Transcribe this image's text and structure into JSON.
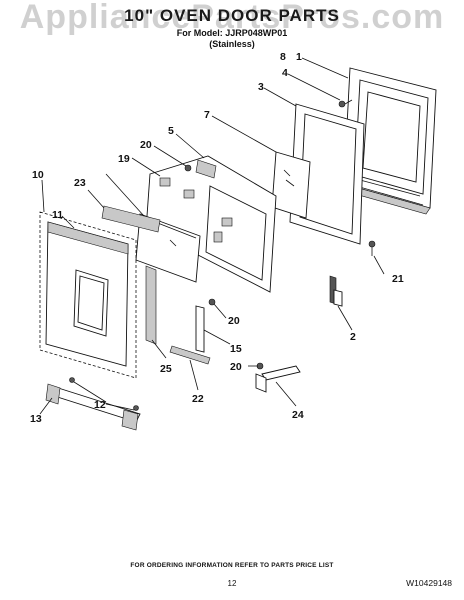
{
  "header": {
    "watermark": "AppliancePartsPros.com",
    "title": "10\" OVEN DOOR PARTS",
    "model": "For Model: JJRP048WP01",
    "variant": "(Stainless)"
  },
  "callouts": [
    {
      "id": "c1",
      "label": "1"
    },
    {
      "id": "c2",
      "label": "2"
    },
    {
      "id": "c3",
      "label": "3"
    },
    {
      "id": "c4",
      "label": "4"
    },
    {
      "id": "c5",
      "label": "5"
    },
    {
      "id": "c7",
      "label": "7"
    },
    {
      "id": "c8",
      "label": "8"
    },
    {
      "id": "c10",
      "label": "10"
    },
    {
      "id": "c11",
      "label": "11"
    },
    {
      "id": "c12",
      "label": "12"
    },
    {
      "id": "c13",
      "label": "13"
    },
    {
      "id": "c15",
      "label": "15"
    },
    {
      "id": "c19",
      "label": "19"
    },
    {
      "id": "c20a",
      "label": "20"
    },
    {
      "id": "c20b",
      "label": "20"
    },
    {
      "id": "c20c",
      "label": "20"
    },
    {
      "id": "c21",
      "label": "21"
    },
    {
      "id": "c22",
      "label": "22"
    },
    {
      "id": "c23",
      "label": "23"
    },
    {
      "id": "c24",
      "label": "24"
    },
    {
      "id": "c25",
      "label": "25"
    }
  ],
  "footer": {
    "ordering": "FOR ORDERING INFORMATION REFER TO PARTS PRICE LIST",
    "page": "12",
    "doc_id": "W10429148"
  }
}
